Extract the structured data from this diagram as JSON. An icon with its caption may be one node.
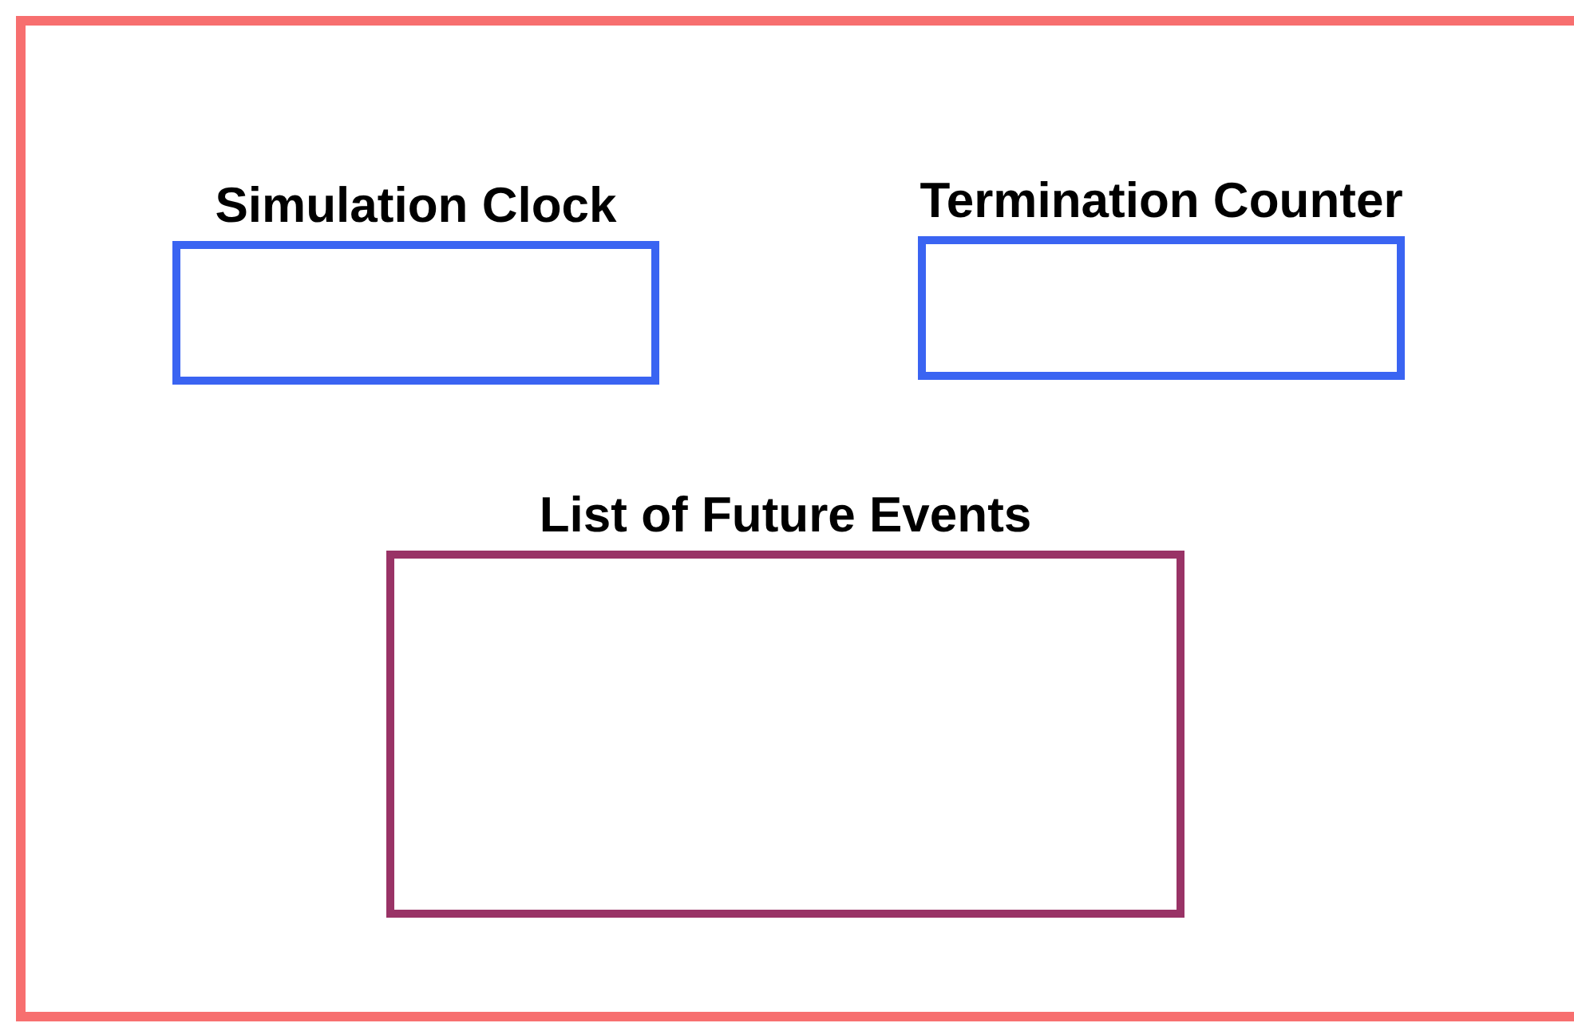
{
  "diagram": {
    "nodes": [
      {
        "text": [],
        "shape": "box"
      },
      {
        "text": [
          "Simulation Clock"
        ],
        "in": 0
      },
      {
        "text": [
          "Termination Counter"
        ],
        "in": 0
      },
      {
        "text": [
          "List of Future Events"
        ],
        "in": 0
      }
    ]
  }
}
